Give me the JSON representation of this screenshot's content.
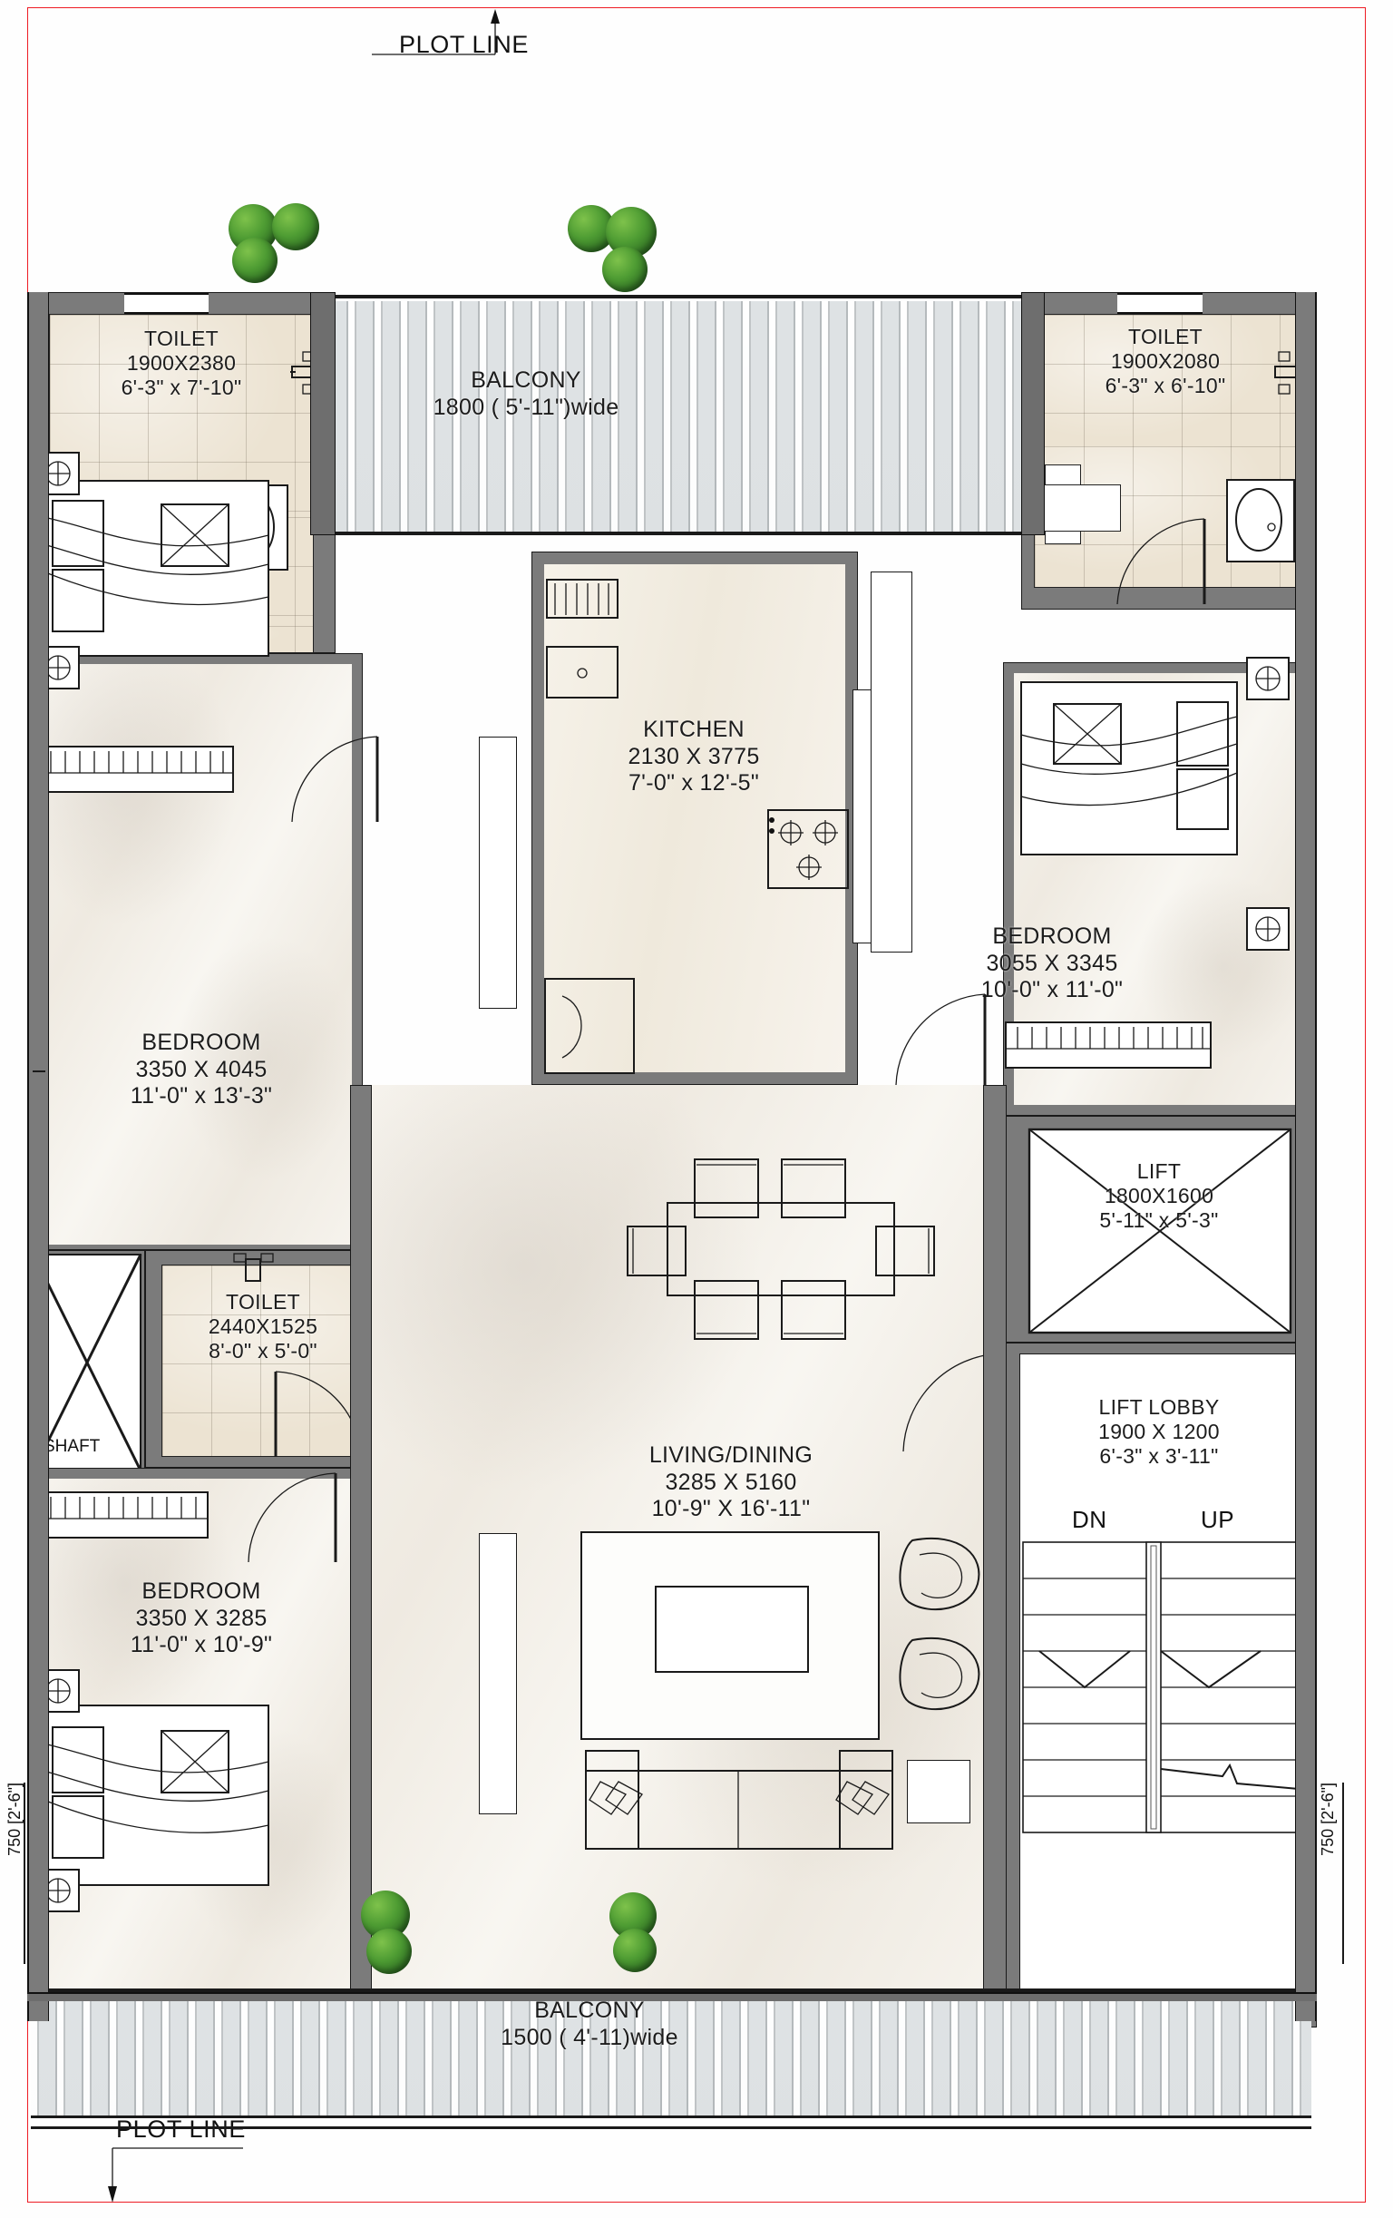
{
  "drawing": {
    "type": "architectural-floor-plan",
    "plot_line_top": "PLOT LINE",
    "plot_line_bottom": "PLOT LINE",
    "setback_left": "750 [2'-6\"]",
    "setback_right": "750 [2'-6\"]"
  },
  "rooms": {
    "toilet_top_left": {
      "name": "TOILET",
      "mm": "1900X2380",
      "ft": "6'-3\" x 7'-10\""
    },
    "toilet_top_right": {
      "name": "TOILET",
      "mm": "1900X2080",
      "ft": "6'-3\" x 6'-10\""
    },
    "toilet_mid_left": {
      "name": "TOILET",
      "mm": "2440X1525",
      "ft": "8'-0\" x 5'-0\""
    },
    "balcony_top": {
      "name": "BALCONY",
      "mm": "1800 ( 5'-11\")wide"
    },
    "balcony_bottom": {
      "name": "BALCONY",
      "mm": "1500 ( 4'-11)wide"
    },
    "kitchen": {
      "name": "KITCHEN",
      "mm": "2130 X 3775",
      "ft": "7'-0\" x 12'-5\""
    },
    "bedroom_left_top": {
      "name": "BEDROOM",
      "mm": "3350 X 4045",
      "ft": "11'-0\" x 13'-3\""
    },
    "bedroom_right": {
      "name": "BEDROOM",
      "mm": "3055 X 3345",
      "ft": "10'-0\" x 11'-0\""
    },
    "bedroom_left_bottom": {
      "name": "BEDROOM",
      "mm": "3350 X 3285",
      "ft": "11'-0\" x 10'-9\""
    },
    "living_dining": {
      "name": "LIVING/DINING",
      "mm": "3285 X 5160",
      "ft": "10'-9\" X 16'-11\""
    },
    "lift": {
      "name": "LIFT",
      "mm": "1800X1600",
      "ft": "5'-11\" x 5'-3\""
    },
    "lift_lobby": {
      "name": "LIFT LOBBY",
      "mm": "1900 X 1200",
      "ft": "6'-3\" x 3'-11\""
    },
    "shaft": {
      "name": "SHAFT"
    }
  },
  "stairs": {
    "down_label": "DN",
    "up_label": "UP"
  },
  "colors": {
    "plot_line": "#ee1c24",
    "wall": "#7b7b7b",
    "wall_outline": "#1a1a1a",
    "tile_floor": "#ece3d2",
    "marble_floor": "#f4f0e8",
    "deck": "#d9dcdd",
    "tree_green": "#4e9c33",
    "text": "#1c1c1c"
  }
}
